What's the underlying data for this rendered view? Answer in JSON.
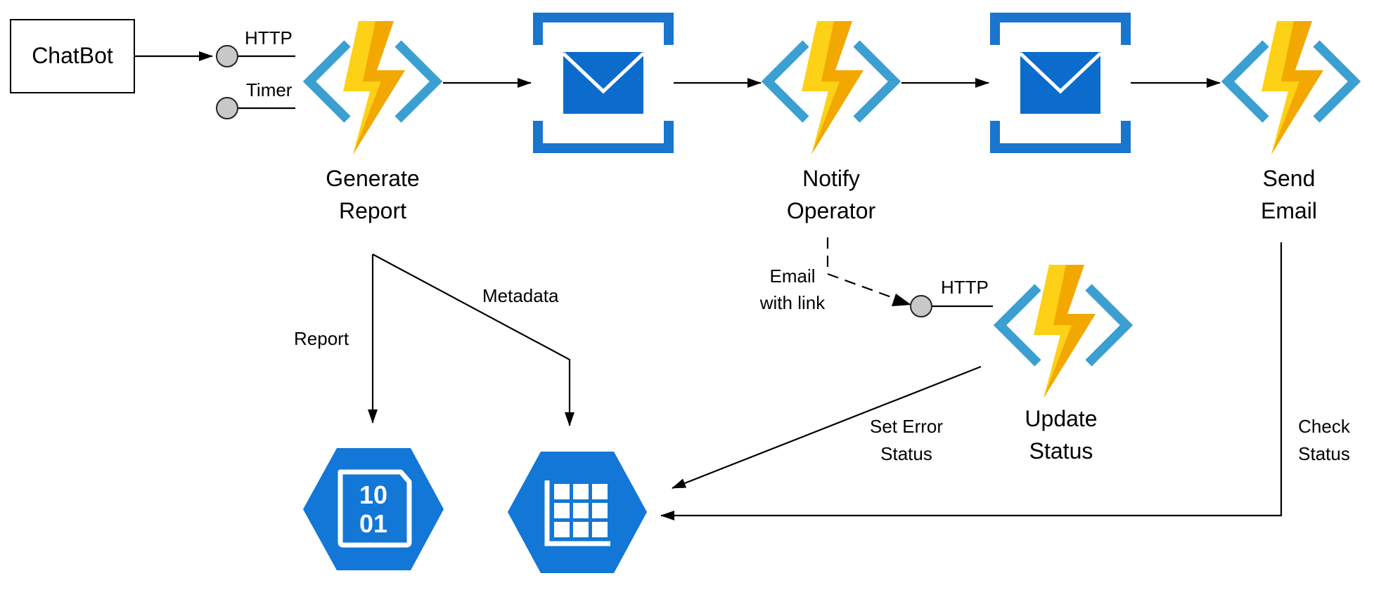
{
  "nodes": {
    "chatbot": "ChatBot",
    "generate_report": {
      "line1": "Generate",
      "line2": "Report"
    },
    "notify_operator": {
      "line1": "Notify",
      "line2": "Operator"
    },
    "send_email": {
      "line1": "Send",
      "line2": "Email"
    },
    "update_status": {
      "line1": "Update",
      "line2": "Status"
    }
  },
  "triggers": {
    "http_1": "HTTP",
    "timer": "Timer",
    "http_2": "HTTP"
  },
  "edges": {
    "report": "Report",
    "metadata": "Metadata",
    "email_with_link": {
      "line1": "Email",
      "line2": "with link"
    },
    "set_error_status": {
      "line1": "Set Error",
      "line2": "Status"
    },
    "check_status": {
      "line1": "Check",
      "line2": "Status"
    }
  },
  "storage_icon": {
    "line1": "10",
    "line2": "01"
  },
  "colors": {
    "function_bolt_light": "#fcd116",
    "function_bolt_dark": "#f2a800",
    "function_chevron": "#3b9fd1",
    "queue_blue": "#1a75cf",
    "storage_blue": "#1277d6",
    "trigger_node": "#c8c8c8"
  },
  "icons": [
    "azure-function-icon",
    "storage-queue-icon",
    "blob-storage-icon",
    "table-storage-icon",
    "trigger-node-icon"
  ]
}
